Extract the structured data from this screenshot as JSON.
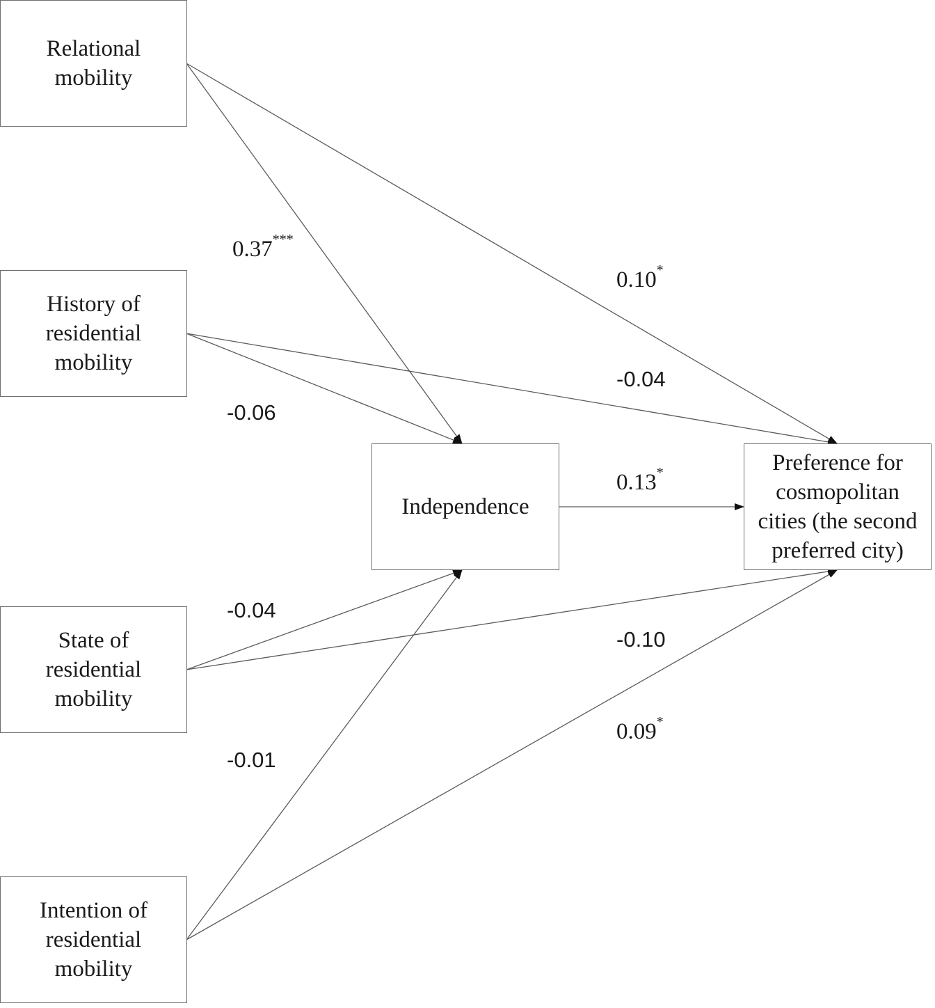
{
  "nodes": {
    "relational": "Relational\nmobility",
    "history": "History of\nresidential\nmobility",
    "state": "State of\nresidential\nmobility",
    "intention": "Intention of\nresidential\nmobility",
    "independence": "Independence",
    "preference": "Preference for\ncosmopolitan\ncities (the second\npreferred city)"
  },
  "edges": [
    {
      "id": "relational-independence",
      "from": "relational",
      "to": "independence",
      "value": "0.37",
      "sig": "***"
    },
    {
      "id": "relational-preference",
      "from": "relational",
      "to": "preference",
      "value": "0.10",
      "sig": "*"
    },
    {
      "id": "history-independence",
      "from": "history",
      "to": "independence",
      "value": "-0.06",
      "sig": ""
    },
    {
      "id": "history-preference",
      "from": "history",
      "to": "preference",
      "value": "-0.04",
      "sig": ""
    },
    {
      "id": "independence-preference",
      "from": "independence",
      "to": "preference",
      "value": "0.13",
      "sig": "*"
    },
    {
      "id": "state-independence",
      "from": "state",
      "to": "independence",
      "value": "-0.04",
      "sig": ""
    },
    {
      "id": "state-preference",
      "from": "state",
      "to": "preference",
      "value": "-0.10",
      "sig": ""
    },
    {
      "id": "intention-independence",
      "from": "intention",
      "to": "independence",
      "value": "-0.01",
      "sig": ""
    },
    {
      "id": "intention-preference",
      "from": "intention",
      "to": "preference",
      "value": "0.09",
      "sig": "*"
    }
  ],
  "colors": {
    "line": "#5a5a5a",
    "text": "#1a1a1a",
    "border": "#6e6e6e"
  }
}
